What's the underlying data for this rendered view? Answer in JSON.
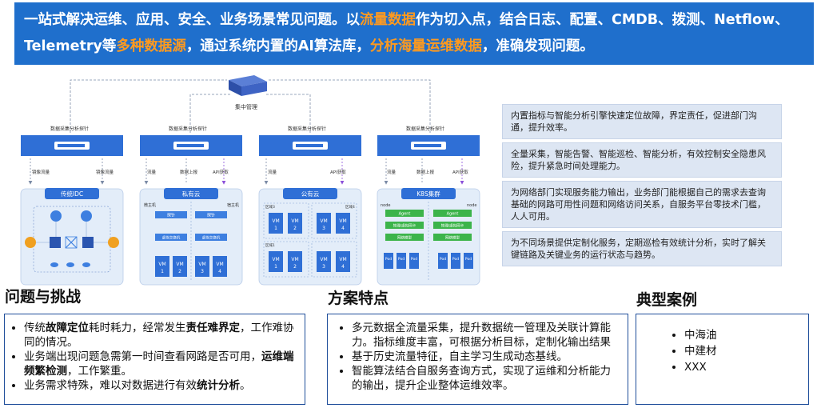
{
  "banner": {
    "p1": "一站式解决运维、应用、安全、业务场景常见问题。以",
    "h1": "流量数据",
    "p2": "作为切入点，结合日志、配置、CMDB、拨测、Netflow、Telemetry等",
    "h2": "多种数据源",
    "p3": "，通过系统内置的AI算法库，",
    "h3": "分析海量运维数据",
    "p4": "，准确发现问题。"
  },
  "diagram": {
    "central": "集中管理",
    "probe": "数据采集分析探针",
    "mirror": "镜像流量",
    "flow": "流量",
    "upload": "数据上报",
    "api": "API获取",
    "clusters": [
      "传统IDC",
      "私有云",
      "公有云",
      "K8S集群"
    ],
    "micro": "微主机",
    "host": "宿主机",
    "probe_small": "探针",
    "vswitch": "虚拟交换机",
    "vm": "VM",
    "vm_nums": [
      "1",
      "2",
      "3",
      "4"
    ],
    "zone1": "区域1",
    "zone4": "区域4",
    "zone3": "区域3",
    "node": "node",
    "agent": "Agent",
    "nic": "物理/虚拟网卡",
    "net": "网络模型",
    "pod": "Pod"
  },
  "right_panel": [
    "内置指标与智能分析引擎快速定位故障，界定责任，促进部门沟通，提升效率。",
    "全量采集，智能告警、智能巡检、智能分析，有效控制安全隐患风险，提升紧急时间处理能力。",
    "为网络部门实现服务能力输出，业务部门能根据自己的需求去查询基础的网路可用性问题和网络访问关系，自服务平台零技术门槛，人人可用。",
    "为不同场景提供定制化服务，定期巡检有效统计分析，实时了解关键链路及关键业务的运行状态与趋势。"
  ],
  "problems": {
    "title": "问题与挑战",
    "i1a": "传统",
    "i1b": "故障定位",
    "i1c": "耗时耗力，经常发生",
    "i1d": "责任难界定",
    "i1e": "，工作难协同的情况。",
    "i2a": "业务端出现问题急需第一时间查看网路是否可用，",
    "i2b": "运维端频繁检测",
    "i2c": "，工作繁重。",
    "i3a": "业务需求特殊，难以对数据进行有效",
    "i3b": "统计分析",
    "i3c": "。"
  },
  "features": {
    "title": "方案特点",
    "items": [
      "多元数据全流量采集，提升数据统一管理及关联计算能力。指标维度丰富，可根据分析目标，定制化输出结果",
      "基于历史流量特征，自主学习生成动态基线。",
      "智能算法结合自服务查询方式，实现了运维和分析能力的输出，提升企业整体运维效率。"
    ]
  },
  "cases": {
    "title": "典型案例",
    "items": [
      "中海油",
      "中建材",
      "XXX"
    ]
  }
}
